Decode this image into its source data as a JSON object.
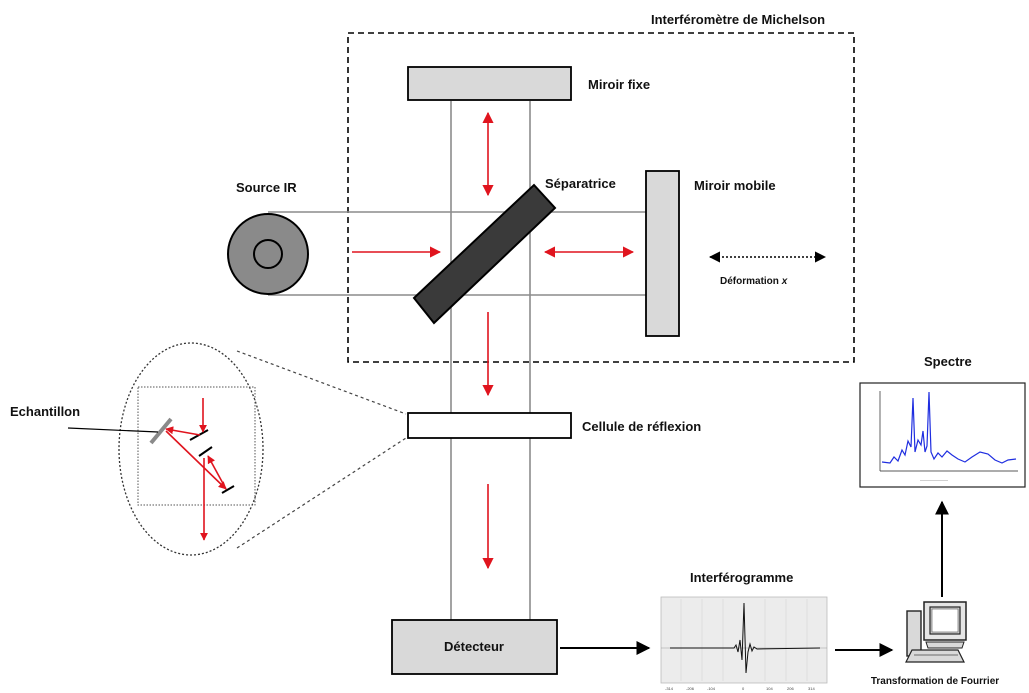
{
  "labels": {
    "michelson": "Interféromètre de Michelson",
    "fixed_mirror": "Miroir fixe",
    "source": "Source IR",
    "beamsplitter": "Séparatrice",
    "mobile_mirror": "Miroir mobile",
    "displacement": "Déformation",
    "displacement_var": "x",
    "reflection_cell": "Cellule de réflexion",
    "sample": "Echantillon",
    "detector": "Détecteur",
    "interferogram": "Interférogramme",
    "fourier": "Transformation de Fourrier",
    "spectrum": "Spectre"
  },
  "colors": {
    "beam_arrows": "#e0141e",
    "beam_lines": "#8c8c8c",
    "component_fill": "#d9d9d9",
    "beamsplitter_fill": "#3a3a3a",
    "source_fill": "#8a8a8a",
    "spectrum_trace": "#1f2ee0"
  },
  "icons": {
    "computer": "computer-icon"
  }
}
